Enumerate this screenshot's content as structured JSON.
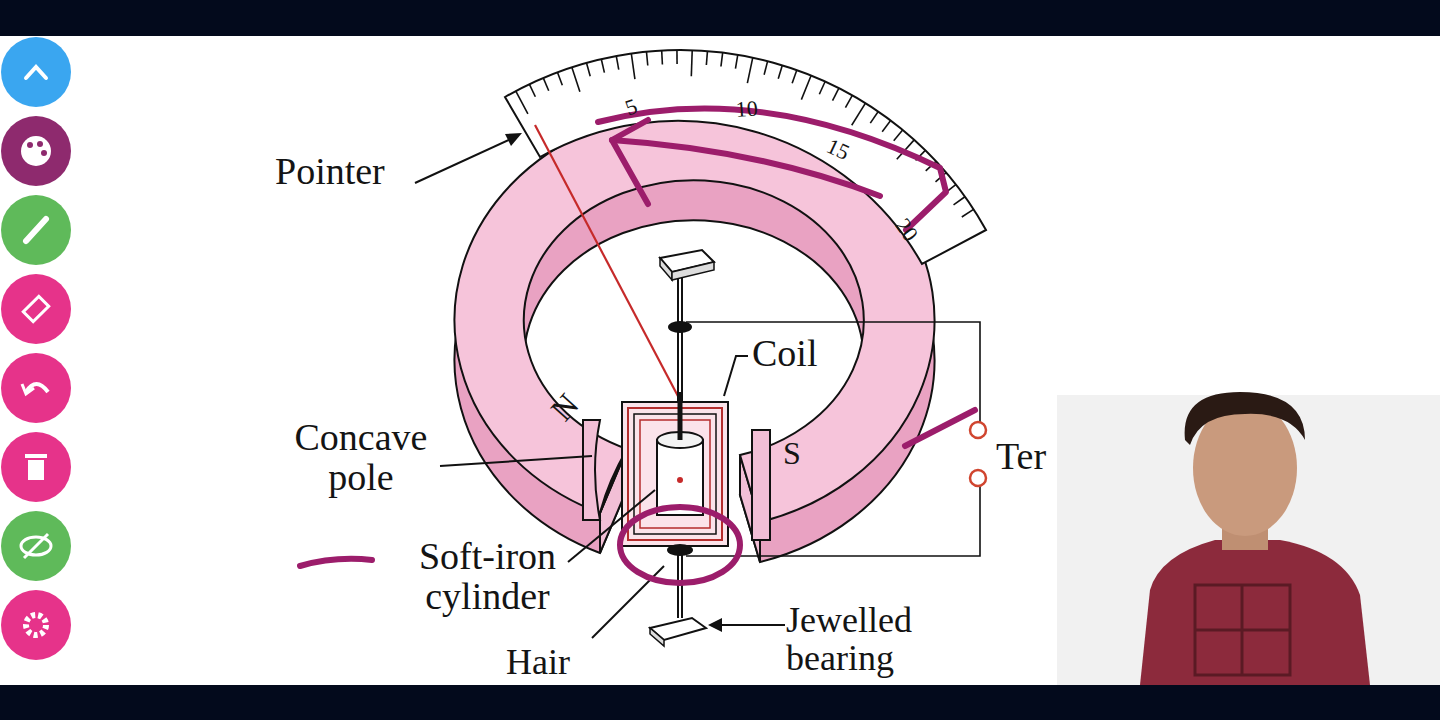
{
  "diagram": {
    "labels": [
      "Pointer",
      "Coil",
      "Concave pole",
      "Soft-iron cylinder",
      "Hair",
      "Jewelled bearing",
      "Ter",
      "N",
      "S",
      "5",
      "10",
      "15",
      "20"
    ]
  }
}
